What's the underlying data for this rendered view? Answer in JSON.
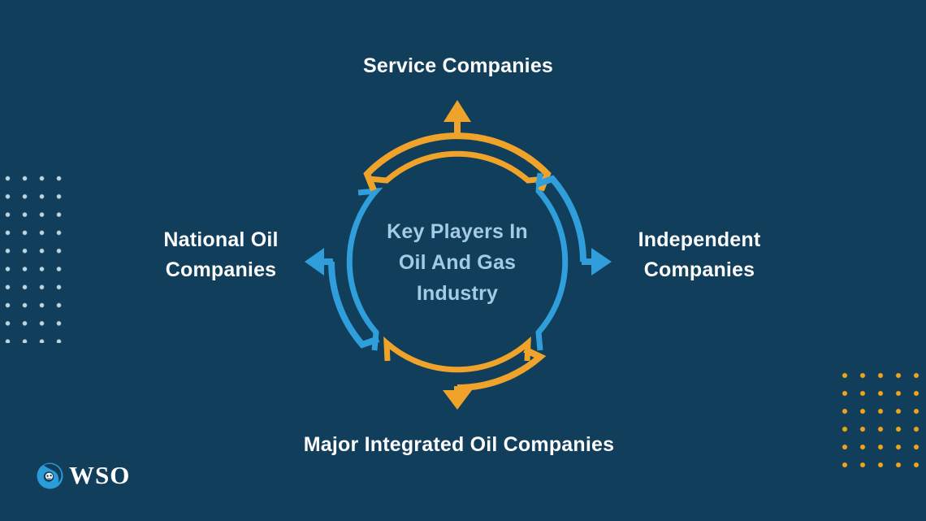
{
  "colors": {
    "background": "#113E5A",
    "orange": "#F0A32A",
    "blue": "#2F9EDB",
    "center_text": "#A4CBE3",
    "label_text": "#FBFBFB",
    "dots_left": "#BCD7E3",
    "dots_right": "#F2A516"
  },
  "diagram": {
    "center": {
      "lines": [
        "Key Players In",
        "Oil And Gas",
        "Industry"
      ]
    },
    "nodes": {
      "top": {
        "label": "Service Companies"
      },
      "right": {
        "lines": [
          "Independent",
          "Companies"
        ]
      },
      "bottom": {
        "label": "Major Integrated Oil Companies"
      },
      "left": {
        "lines": [
          "National Oil",
          "Companies"
        ]
      }
    }
  },
  "branding": {
    "logo_text": "WSO"
  }
}
